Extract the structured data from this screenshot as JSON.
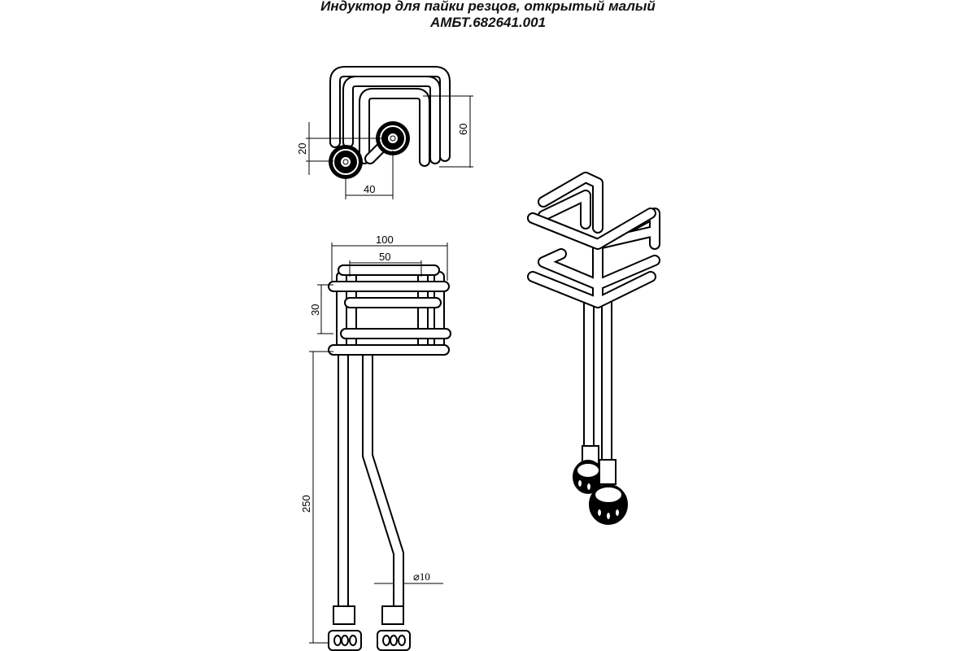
{
  "title": {
    "line1": "Индуктор для пайки резцов, открытый малый",
    "line2": "АМБТ.682641.001"
  },
  "dimensions": {
    "top_view": {
      "height_small": "20",
      "height_large": "60",
      "width": "40"
    },
    "front_view": {
      "width_outer": "100",
      "width_inner": "50",
      "height": "30",
      "leg_length": "250",
      "tube_diameter": "⌀10"
    }
  }
}
